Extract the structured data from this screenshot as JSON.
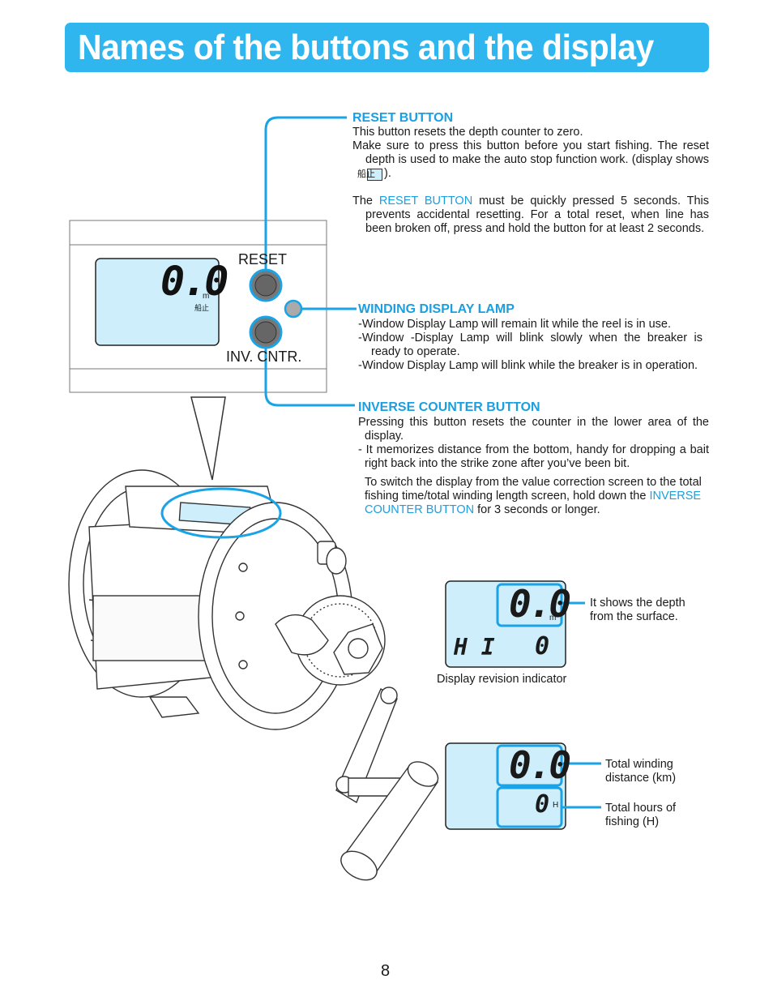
{
  "title": "Names of the buttons and the display",
  "control_panel": {
    "reset_label": "RESET",
    "inv_label": "INV. CNTR.",
    "lcd_value": "0.0",
    "lcd_unit": "m",
    "lcd_kanji": "船止"
  },
  "reset": {
    "heading": "RESET BUTTON",
    "line1": "This button resets the depth counter to zero.",
    "line2_a": "Make sure to press this button before you start fishing. The reset depth is used to make the auto stop function work. (display shows",
    "line2_badge": "船止",
    "line2_b": ").",
    "line3_a": "The",
    "line3_link": "RESET BUTTON",
    "line3_b": "must be quickly pressed 5 seconds. This prevents accidental resetting. For a total reset, when line has been broken off, press and hold the button for at least 2 seconds."
  },
  "winding": {
    "heading": "WINDING DISPLAY LAMP",
    "item1": "-Window Display Lamp will remain lit while the reel is in use.",
    "item2": "-Window -Display Lamp will blink slowly when the breaker is ready to operate.",
    "item3": "-Window Display Lamp will blink while the breaker is in operation."
  },
  "inverse": {
    "heading": "INVERSE COUNTER BUTTON",
    "line1": "Pressing this button resets the counter in the lower area of the display.",
    "line2": "- It memorizes distance from the bottom, handy for dropping a bait right back into the strike zone after you’ve been bit.",
    "line3_a": "To switch the display from the value correction screen to the total fishing time/total winding length screen, hold down the",
    "line3_link": "INVERSE COUNTER BUTTON",
    "line3_b": "for 3 seconds or longer."
  },
  "display1": {
    "value": "0.0",
    "unit": "m",
    "lower_left": "H I",
    "lower_right": "0",
    "depth_label": "It shows the depth from the surface.",
    "indicator_label": "Display revision indicator"
  },
  "display2": {
    "value": "0.0",
    "lower_value": "0",
    "lower_unit": "H",
    "winding_label": "Total winding distance (km)",
    "hours_label": "Total hours of fishing (H)"
  },
  "page_number": "8",
  "colors": {
    "accent": "#2fb6ef",
    "heading_blue": "#1a9fe0",
    "lcd_bg": "#cdeefa"
  }
}
